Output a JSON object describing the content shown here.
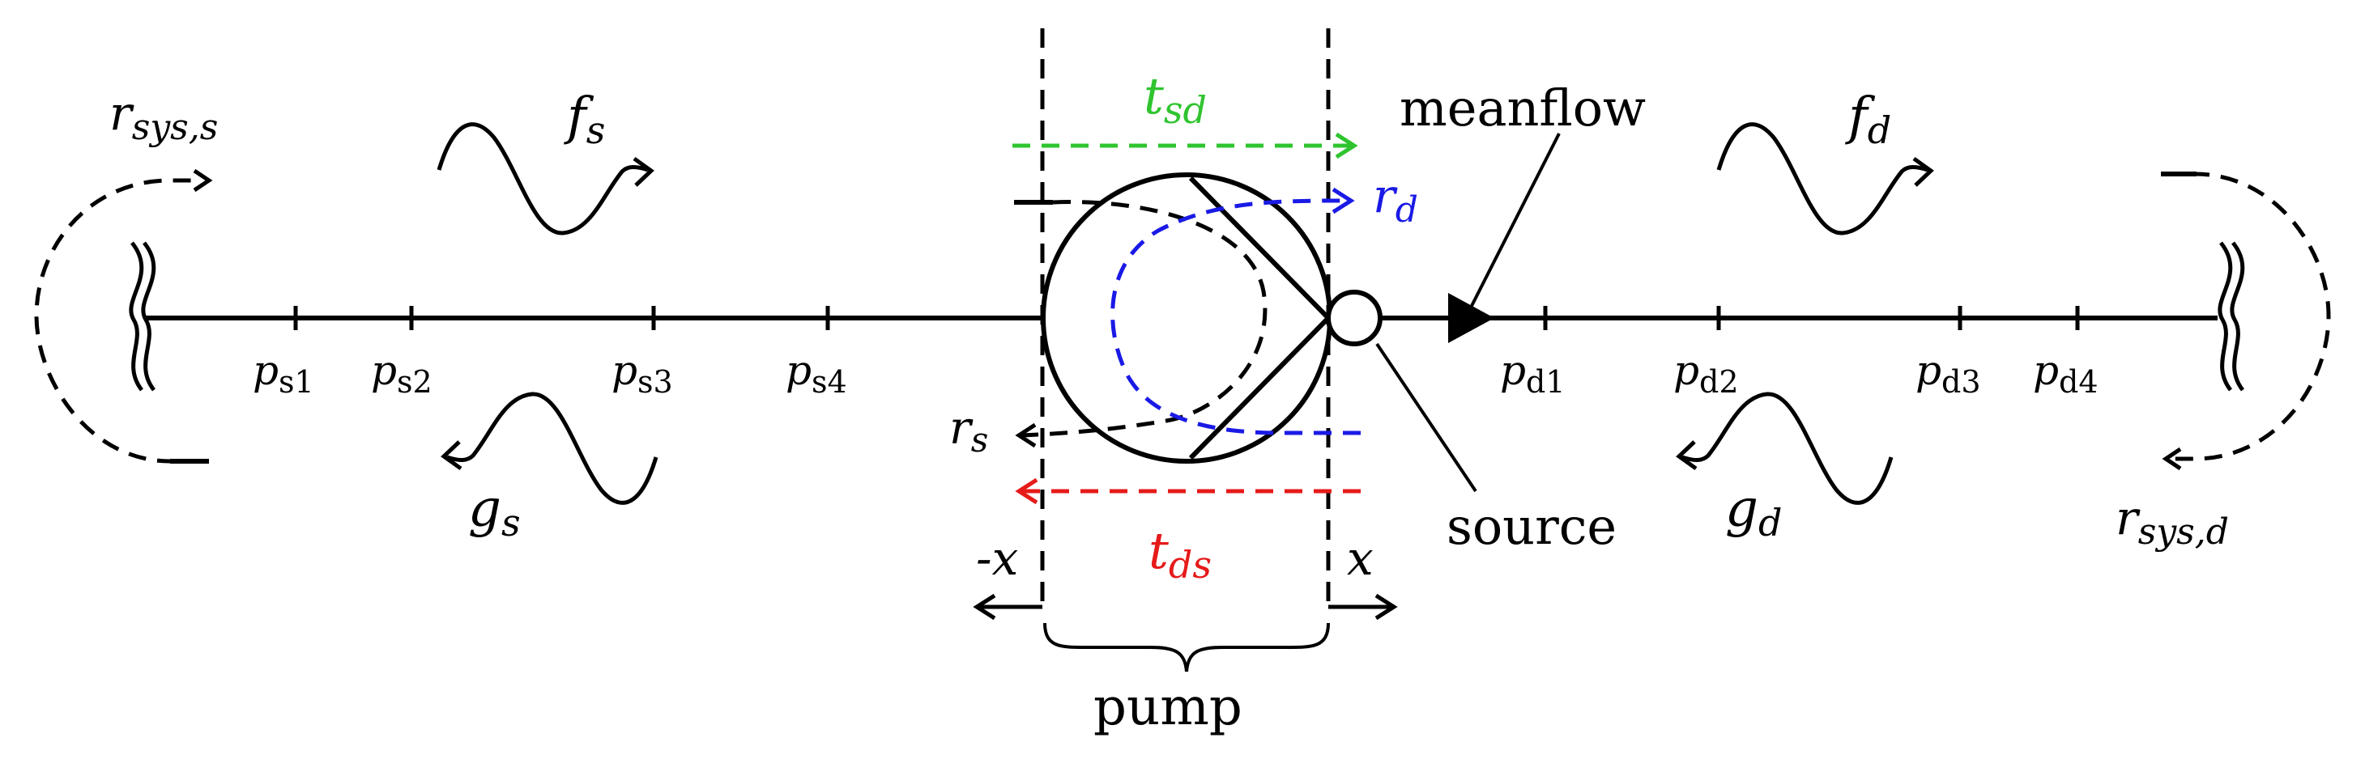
{
  "colors": {
    "ink": "#000000",
    "transmission_sd": "#2fc42f",
    "reflection_d": "#1a1ae6",
    "transmission_ds": "#e61a1a"
  },
  "labels": {
    "meanflow": "meanflow",
    "source": "source",
    "pump": "pump",
    "neg_x": "-x",
    "pos_x": "x"
  },
  "waves": {
    "fs": {
      "base": "f",
      "sub": "s"
    },
    "gs": {
      "base": "g",
      "sub": "s"
    },
    "fd": {
      "base": "f",
      "sub": "d"
    },
    "gd": {
      "base": "g",
      "sub": "d"
    }
  },
  "coefficients": {
    "rsys_s": {
      "base": "r",
      "sub": "sys,s"
    },
    "rsys_d": {
      "base": "r",
      "sub": "sys,d"
    },
    "tsd": {
      "base": "t",
      "sub": "sd"
    },
    "tds": {
      "base": "t",
      "sub": "ds"
    },
    "rd": {
      "base": "r",
      "sub": "d"
    },
    "rs": {
      "base": "r",
      "sub": "s"
    }
  },
  "sensors": {
    "suction": [
      {
        "base": "p",
        "sub": "s1"
      },
      {
        "base": "p",
        "sub": "s2"
      },
      {
        "base": "p",
        "sub": "s3"
      },
      {
        "base": "p",
        "sub": "s4"
      }
    ],
    "discharge": [
      {
        "base": "p",
        "sub": "d1"
      },
      {
        "base": "p",
        "sub": "d2"
      },
      {
        "base": "p",
        "sub": "d3"
      },
      {
        "base": "p",
        "sub": "d4"
      }
    ]
  }
}
